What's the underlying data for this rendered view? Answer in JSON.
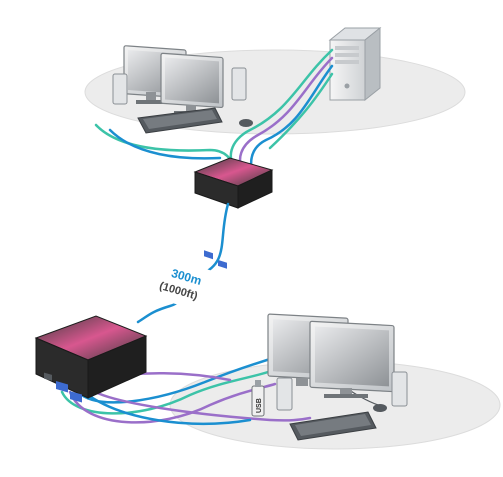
{
  "cable_label": {
    "distance": "300m",
    "distance_alt": "(1000ft)"
  },
  "usb_label": "USB",
  "colors": {
    "cat_cable": "#1b8fd0",
    "video_cable": "#9a6fc9",
    "usb_cable": "#3cc3a8",
    "platform": "#ececec",
    "unit_body": "#2b2b2b",
    "unit_top_accent": "#e0619b"
  },
  "components": [
    "computer-tower-icon",
    "dual-monitor-icon",
    "speaker-icon",
    "keyboard-icon",
    "mouse-icon",
    "transmitter-unit-icon",
    "receiver-unit-icon",
    "usb-stick-icon"
  ]
}
